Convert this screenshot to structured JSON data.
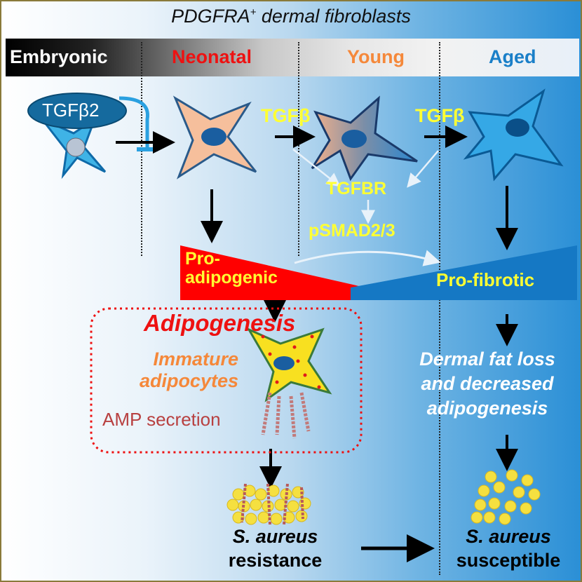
{
  "title": {
    "main": "PDGFRA",
    "superscript": "+",
    "rest": " dermal fibroblasts"
  },
  "stages": [
    {
      "label": "Embryonic",
      "color": "#ffffff"
    },
    {
      "label": "Neonatal",
      "color": "#ee1111"
    },
    {
      "label": "Young",
      "color": "#f5883a"
    },
    {
      "label": "Aged",
      "color": "#1a7fc8"
    }
  ],
  "signals": {
    "embryonic_factor": "TGFβ2",
    "tgfb_1": "TGFβ",
    "tgfb_2": "TGFβ",
    "receptor": "TGFBR",
    "smad": "pSMAD2/3"
  },
  "balance": {
    "left_line1": "Pro-",
    "left_line2": "adipogenic",
    "right": "Pro-fibrotic",
    "left_color": "#ff0000",
    "right_color": "#1a7fc8"
  },
  "neonatal_box": {
    "heading": "Adipogenesis",
    "cell_line1": "Immature",
    "cell_line2": "adipocytes",
    "secretion": "AMP secretion"
  },
  "aged_outcome": {
    "line1": "Dermal fat loss",
    "line2": "and decreased",
    "line3": "adipogenesis"
  },
  "bottom": {
    "left_line1": "S. aureus",
    "left_line2": "resistance",
    "right_line1": "S. aureus",
    "right_line2": "susceptible"
  }
}
